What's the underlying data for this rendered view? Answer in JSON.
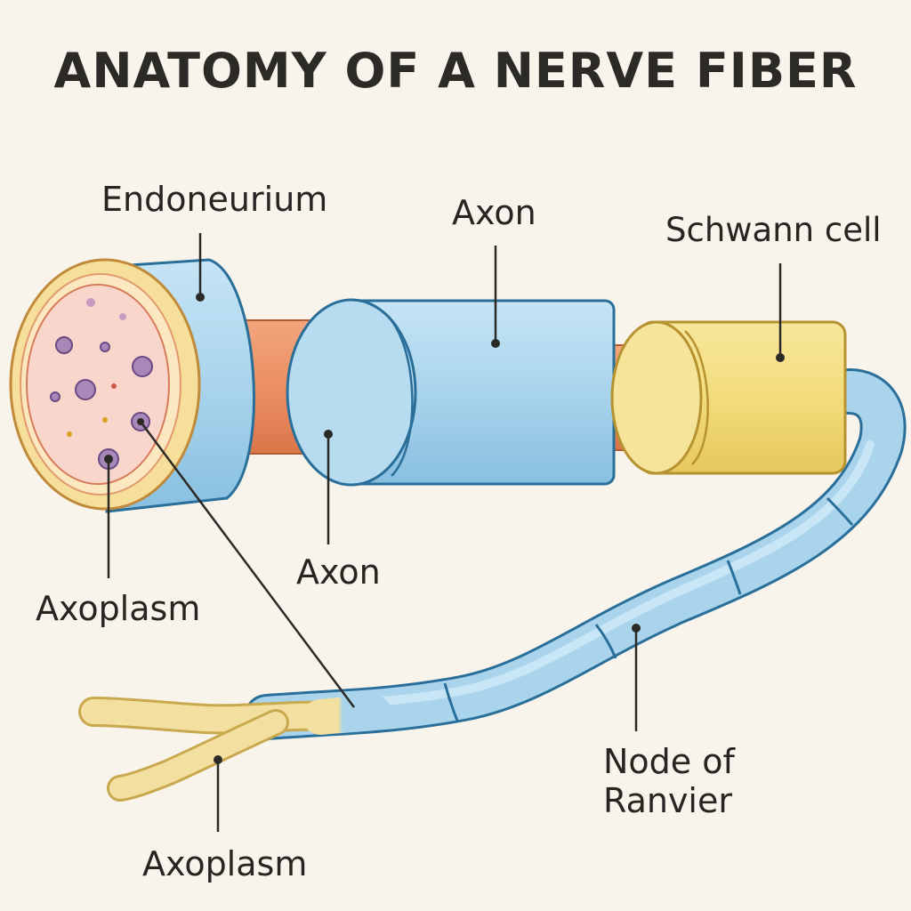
{
  "title": "ANATOMY OF A NERVE FIBER",
  "labels": {
    "endoneurium": "Endoneurium",
    "axon_top": "Axon",
    "schwann_cell": "Schwann cell",
    "axon_middle": "Axon",
    "axoplasm_left": "Axoplasm",
    "node_of_ranvier": "Node of\nRanvier",
    "axoplasm_bottom": "Axoplasm"
  },
  "colors": {
    "background": "#f8f4ec",
    "myelin_blue": "#a8d4ec",
    "axon_orange": "#ec8f63",
    "schwann_yellow": "#f3dc7c",
    "axoplasm_pink": "#f8d6cc",
    "outline": "#2a6f9a",
    "leader_line": "#2b2a27"
  }
}
